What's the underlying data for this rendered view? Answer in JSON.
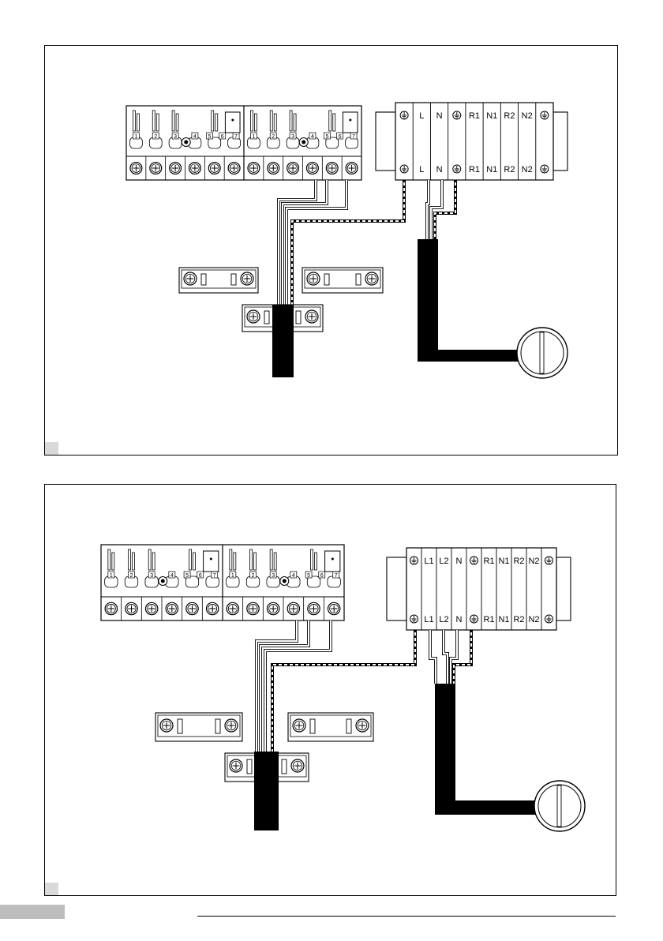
{
  "diagram_1": {
    "control_terminal_labels": [
      "1",
      "2",
      "3",
      "4",
      "5",
      "6",
      "7",
      "1",
      "2",
      "3",
      "4",
      "5",
      "6",
      "7"
    ],
    "power_terminal_labels_top": [
      "⏚",
      "L",
      "N",
      "⏚",
      "R1",
      "N1",
      "R2",
      "N2",
      "⏚"
    ],
    "power_terminal_labels_bottom": [
      "⏚",
      "L",
      "N",
      "⏚",
      "R1",
      "N1",
      "R2",
      "N2",
      "⏚"
    ]
  },
  "diagram_2": {
    "control_terminal_labels": [
      "1",
      "2",
      "3",
      "4",
      "5",
      "6",
      "7",
      "1",
      "2",
      "3",
      "4",
      "5",
      "6",
      "7"
    ],
    "power_terminal_labels_top": [
      "⏚",
      "L1",
      "L2",
      "N",
      "⏚",
      "R1",
      "N1",
      "R2",
      "N2",
      "⏚"
    ],
    "power_terminal_labels_bottom": [
      "⏚",
      "L1",
      "L2",
      "N",
      "⏚",
      "R1",
      "N1",
      "R2",
      "N2",
      "⏚"
    ]
  },
  "colors": {
    "line": "#000000",
    "corner_mark": "#d9d9d9",
    "page_tab": "#bdbdbd"
  }
}
